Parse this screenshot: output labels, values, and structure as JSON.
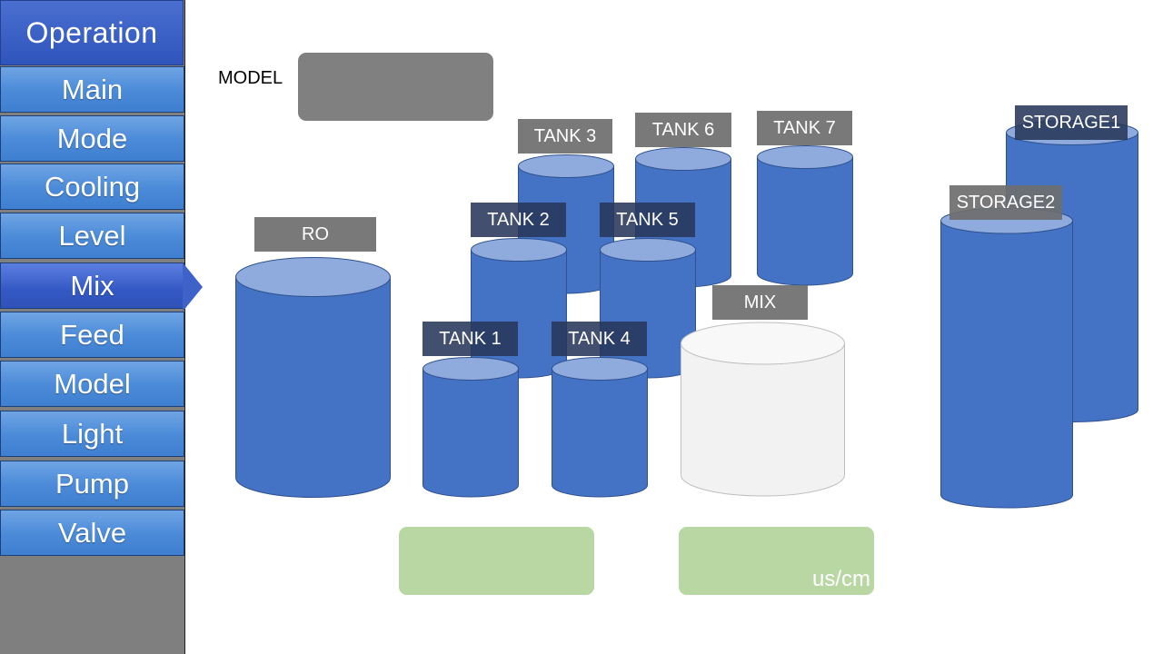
{
  "sidebar": {
    "header": "Operation",
    "items": [
      {
        "label": "Main"
      },
      {
        "label": "Mode"
      },
      {
        "label": "Cooling"
      },
      {
        "label": "Level"
      },
      {
        "label": "Mix",
        "active": true
      },
      {
        "label": "Feed"
      },
      {
        "label": "Model"
      },
      {
        "label": "Light"
      },
      {
        "label": "Pump"
      },
      {
        "label": "Valve"
      }
    ]
  },
  "model": {
    "label": "MODEL",
    "value": ""
  },
  "tanks": {
    "ro": "RO",
    "tank1": "TANK 1",
    "tank2": "TANK 2",
    "tank3": "TANK 3",
    "tank4": "TANK 4",
    "tank5": "TANK 5",
    "tank6": "TANK 6",
    "tank7": "TANK 7",
    "mix": "MIX",
    "storage1": "STORAGE1",
    "storage2": "STORAGE2"
  },
  "panels": {
    "left_value": "",
    "right_value": "",
    "right_unit": "us/cm"
  },
  "colors": {
    "tank_body": "#4472c4",
    "tank_top": "#8faadc",
    "mix_tank": "#f2f2f2",
    "panel": "#b8d7a3",
    "sidebar_bg": "#7f7f7f"
  }
}
